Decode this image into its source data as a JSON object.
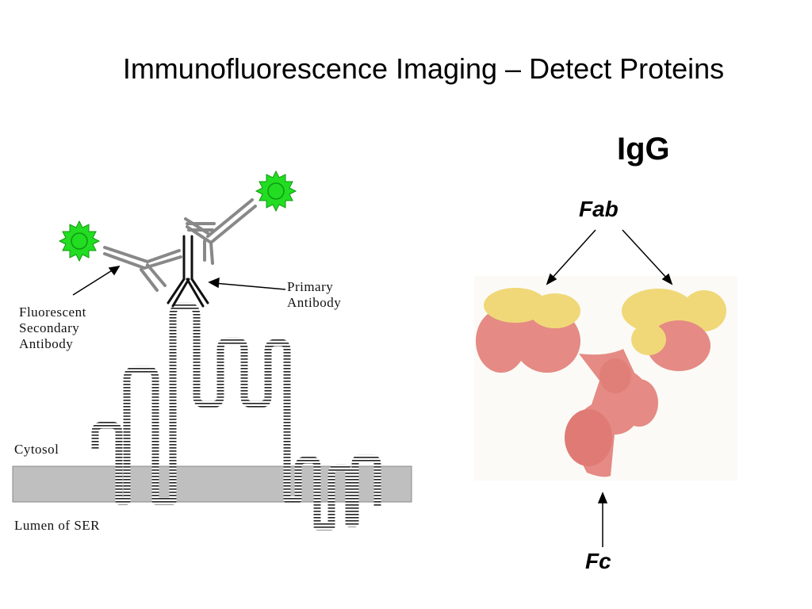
{
  "slide": {
    "title": "Immunofluorescence Imaging – Detect Proteins"
  },
  "left_diagram": {
    "primary_antibody_label": [
      "Primary",
      "Antibody"
    ],
    "secondary_antibody_label": [
      "Fluorescent",
      "Secondary",
      "Antibody"
    ],
    "cytosol_label": "Cytosol",
    "lumen_label": "Lumen of SER",
    "fluorophore_color": "#22dd22",
    "membrane_color": "#bfbfbf"
  },
  "right_diagram": {
    "heading": "IgG",
    "fab_label": "Fab",
    "fc_label": "Fc",
    "fab_color": "#f0d878",
    "chain_color": "#e58a84"
  }
}
